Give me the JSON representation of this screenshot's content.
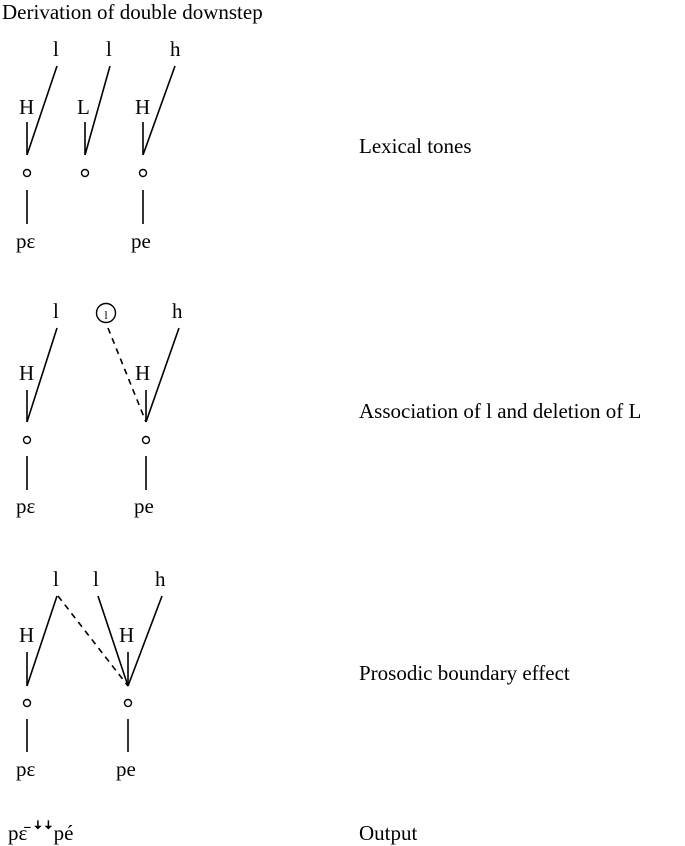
{
  "title": "Derivation of double downstep",
  "steps": [
    {
      "caption": "Lexical tones",
      "register_tones": [
        "l",
        "l",
        "h"
      ],
      "primary_tones": [
        "H",
        "L",
        "H"
      ],
      "syllables": [
        "pɛ",
        "pe"
      ]
    },
    {
      "caption": "Association of l and deletion of L",
      "register_tones": [
        "l",
        "l",
        "h"
      ],
      "primary_tones": [
        "H",
        "H"
      ],
      "syllables": [
        "pɛ",
        "pe"
      ]
    },
    {
      "caption": "Prosodic boundary effect",
      "register_tones": [
        "l",
        "l",
        "h"
      ],
      "primary_tones": [
        "H",
        "H"
      ],
      "syllables": [
        "pɛ",
        "pe"
      ]
    }
  ],
  "output": {
    "form": "pɛ̄ ꜜꜜpé",
    "caption": "Output"
  }
}
